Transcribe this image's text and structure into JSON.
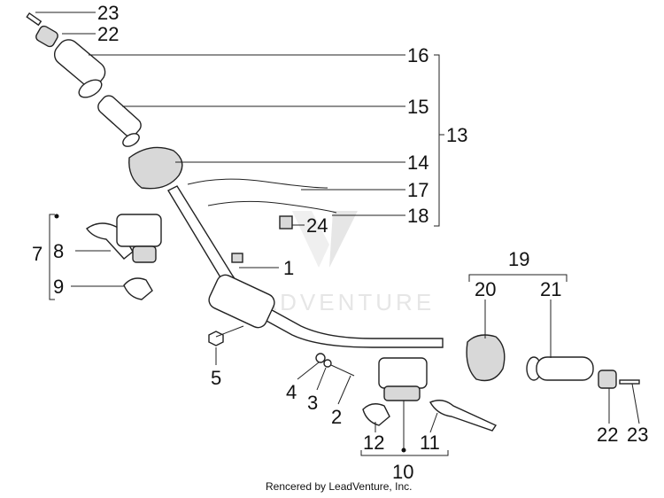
{
  "watermark": "LEADVENTURE",
  "footer": "Rencered by LeadVenture, Inc.",
  "callouts": {
    "c23a": "23",
    "c22a": "22",
    "c16": "16",
    "c15": "15",
    "c13": "13",
    "c14": "14",
    "c17": "17",
    "c18": "18",
    "c24": "24",
    "c7": "7",
    "c8": "8",
    "c9": "9",
    "c1": "1",
    "c19": "19",
    "c20": "20",
    "c21": "21",
    "c5": "5",
    "c4": "4",
    "c3": "3",
    "c2": "2",
    "c12": "12",
    "c11": "11",
    "c10": "10",
    "c22b": "22",
    "c23b": "23"
  }
}
